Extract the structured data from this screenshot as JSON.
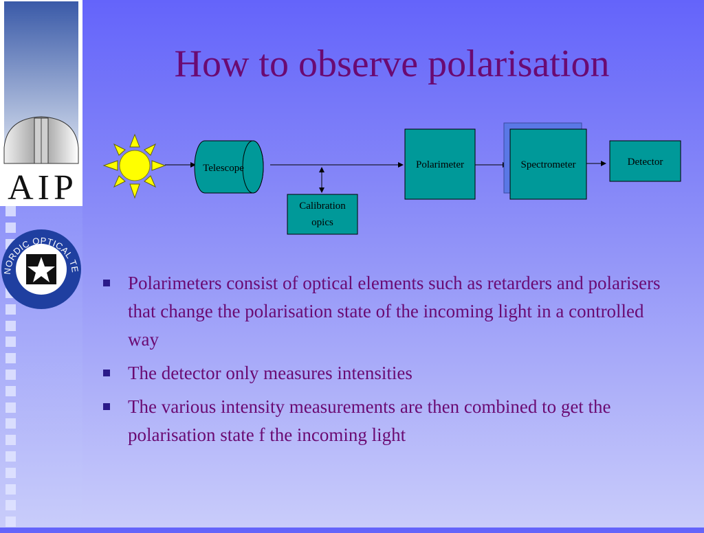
{
  "title": "How to observe polarisation",
  "logos": {
    "aip_text": "AIP",
    "not_text": "NORDIC OPTICAL TELESCOPE"
  },
  "diagram": {
    "telescope": "Telescope",
    "calibration_line1": "Calibration",
    "calibration_line2": "opics",
    "polarimeter": "Polarimeter",
    "spectrometer": "Spectrometer",
    "detector": "Detector"
  },
  "bullets": [
    "Polarimeters consist of optical elements such as retarders and polarisers that change the polarisation state of the incoming light in a controlled way",
    "The detector only measures intensities",
    "The various intensity measurements are then combined to get the polarisation state f the incoming light"
  ],
  "colors": {
    "box_fill": "#009999",
    "title": "#6a0a72",
    "sun": "#ffff00"
  }
}
